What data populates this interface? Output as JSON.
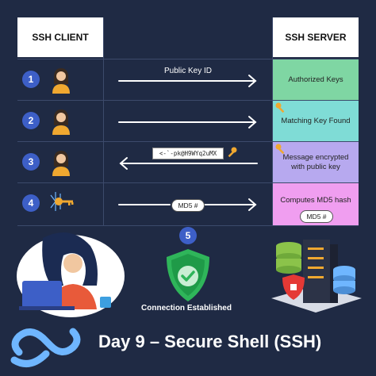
{
  "header": {
    "client": "SSH CLIENT",
    "server": "SSH SERVER"
  },
  "steps": [
    {
      "num": "1",
      "label": "Public Key ID",
      "server_text": "Authorized Keys",
      "server_color": "#7fd6a3",
      "direction": "right"
    },
    {
      "num": "2",
      "label": "",
      "server_text": "Matching Key Found",
      "server_color": "#7fdcd6",
      "direction": "right"
    },
    {
      "num": "3",
      "label": "<-`-pk@H9WYq2uMX",
      "server_text": "Message encrypted with public key",
      "server_color": "#b7a9ef",
      "direction": "left"
    },
    {
      "num": "4",
      "label": "MD5 #",
      "server_text": "Computes MD5 hash",
      "server_badge": "MD5 #",
      "server_color": "#f09ef0",
      "direction": "right"
    }
  ],
  "step5": {
    "num": "5",
    "label": "Connection Established"
  },
  "title": "Day 9 – Secure Shell (SSH)",
  "colors": {
    "background": "#1f2a44",
    "accent_blue": "#3d5fc7",
    "shield_green": "#2fb55a",
    "key_gold": "#f0a830",
    "person_shirt": "#e85a3a"
  }
}
